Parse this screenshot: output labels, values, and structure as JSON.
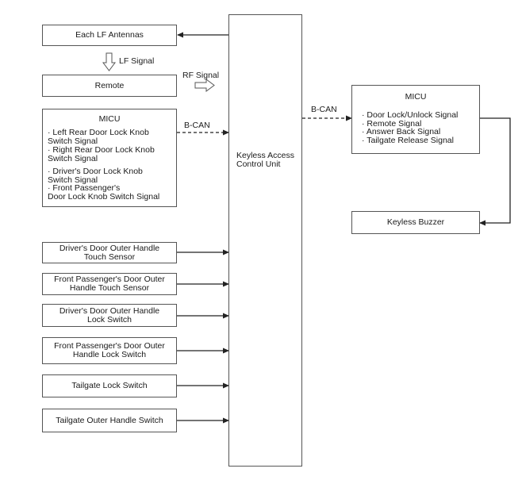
{
  "control_unit": {
    "lines": [
      "Keyless Access",
      "Control Unit"
    ]
  },
  "antennas": {
    "label": "Each LF Antennas"
  },
  "lf_signal": {
    "label": "LF Signal"
  },
  "remote": {
    "label": "Remote"
  },
  "rf_signal": {
    "label": "RF Signal"
  },
  "micu_left": {
    "title": "MICU",
    "signals": [
      "· Left Rear Door Lock Knob",
      "Switch Signal",
      "· Right Rear Door Lock Knob",
      "Switch Signal",
      "· Driver's Door Lock Knob",
      "Switch Signal",
      "· Front Passenger's",
      "Door Lock Knob Switch Signal"
    ]
  },
  "bcan_left": {
    "label": "B-CAN"
  },
  "bcan_right": {
    "label": "B-CAN"
  },
  "micu_right": {
    "title": "MICU",
    "signals": [
      "· Door Lock/Unlock Signal",
      "· Remote Signal",
      "· Answer Back Signal",
      "· Tailgate Release Signal"
    ]
  },
  "buzzer": {
    "label": "Keyless Buzzer"
  },
  "inputs": [
    {
      "lines": [
        "Driver's Door Outer Handle",
        "Touch Sensor"
      ]
    },
    {
      "lines": [
        "Front Passenger's Door Outer",
        "Handle Touch Sensor"
      ]
    },
    {
      "lines": [
        "Driver's Door Outer Handle",
        "Lock Switch"
      ]
    },
    {
      "lines": [
        "Front Passenger's Door Outer",
        "Handle Lock Switch"
      ]
    },
    {
      "lines": [
        "Tailgate Lock Switch"
      ]
    },
    {
      "lines": [
        "Tailgate Outer Handle Switch"
      ]
    }
  ]
}
